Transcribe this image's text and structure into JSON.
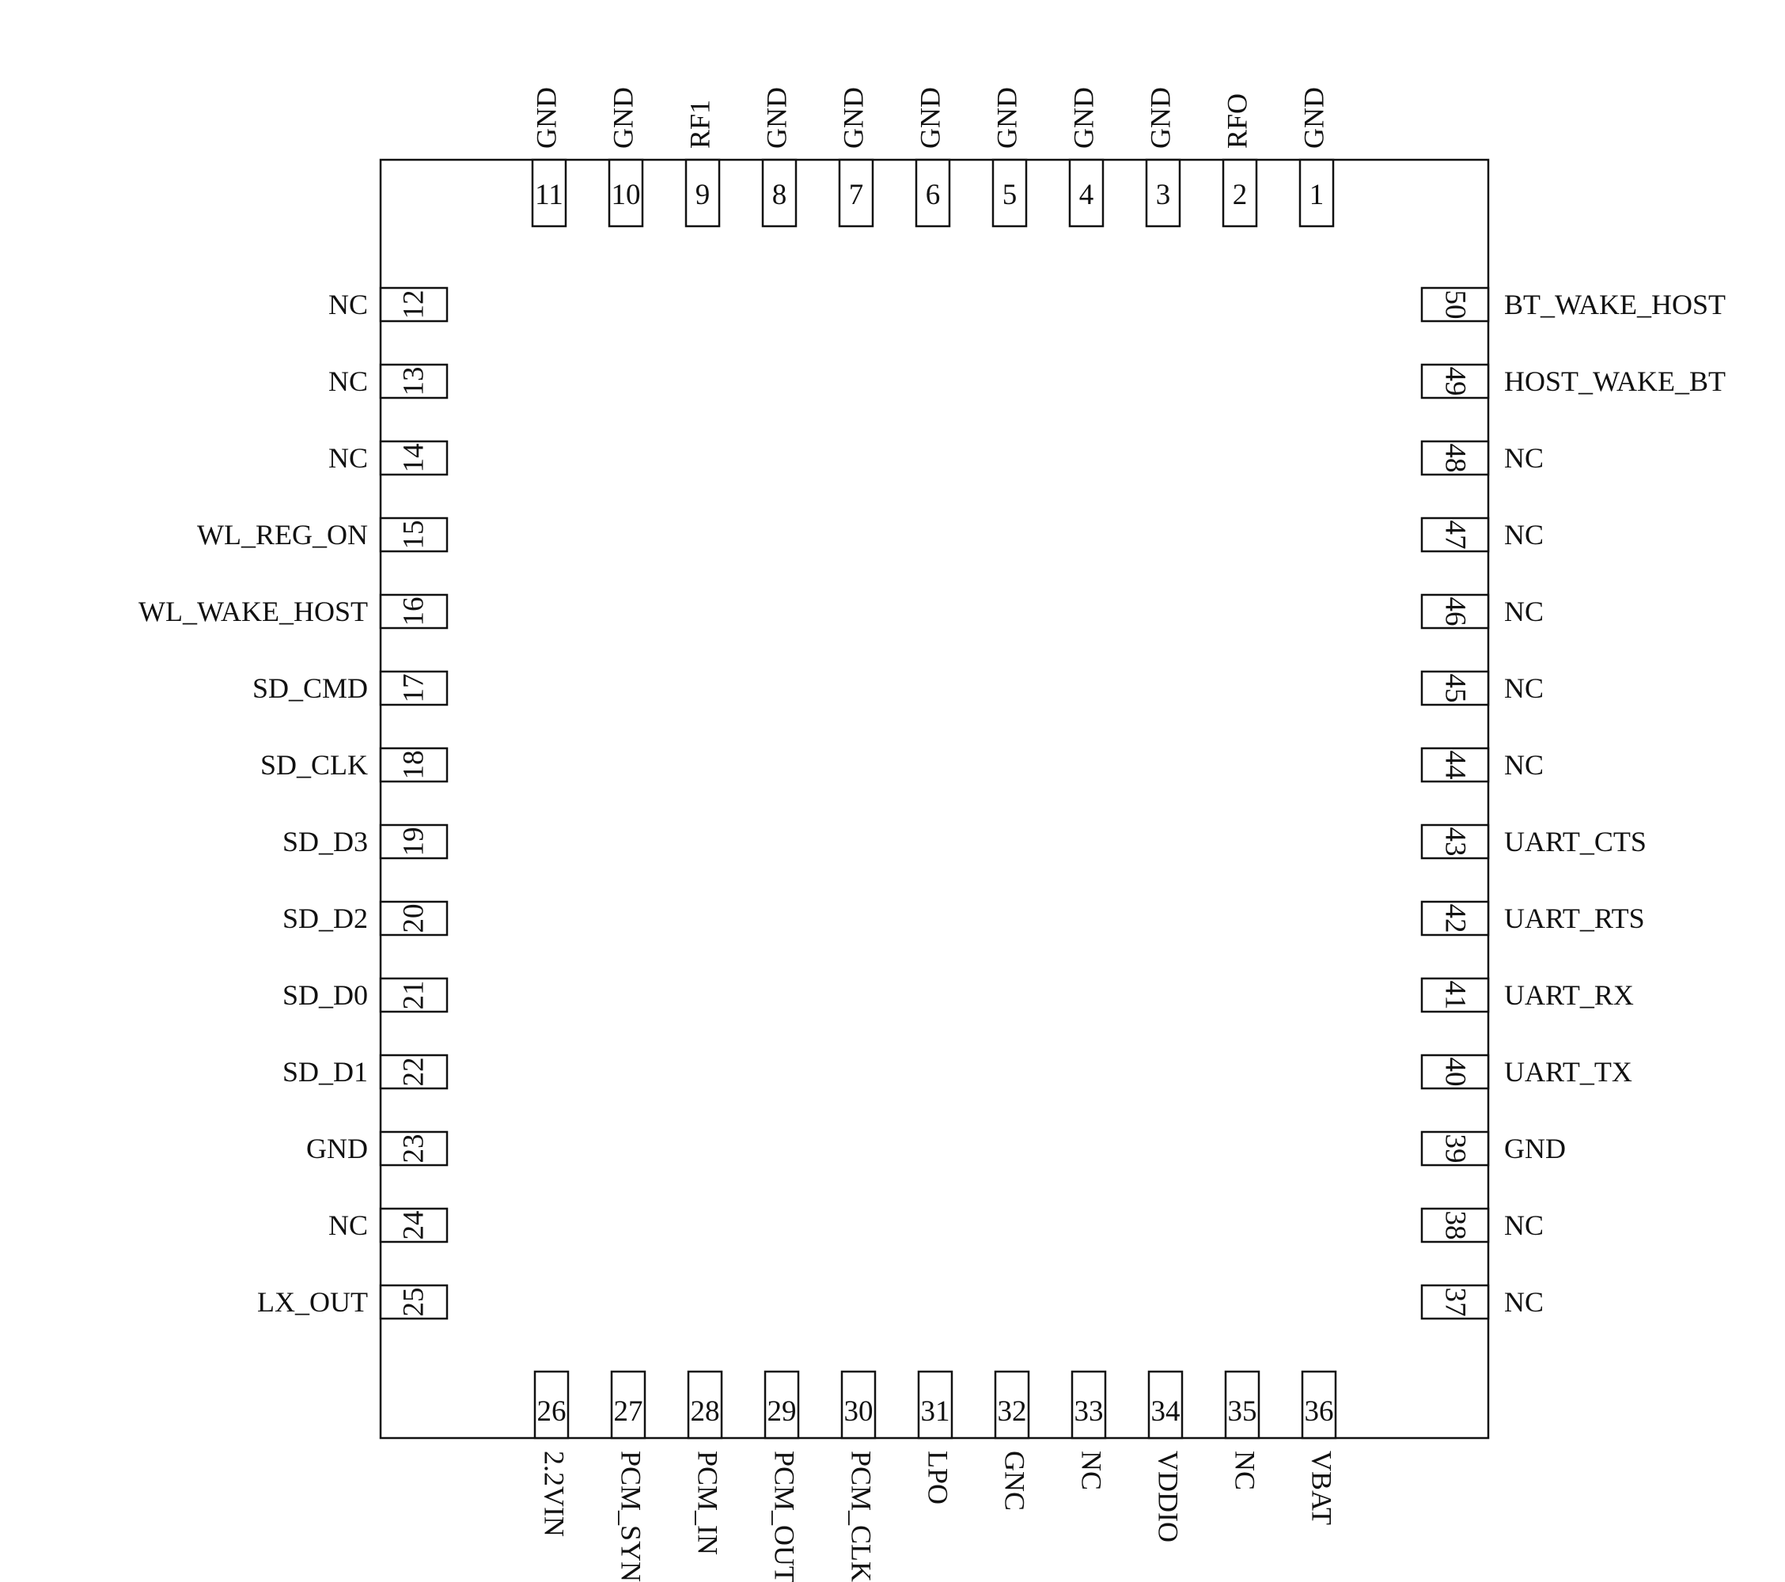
{
  "pins": {
    "top": [
      {
        "num": "11",
        "name": "GND"
      },
      {
        "num": "10",
        "name": "GND"
      },
      {
        "num": "9",
        "name": "RF1"
      },
      {
        "num": "8",
        "name": "GND"
      },
      {
        "num": "7",
        "name": "GND"
      },
      {
        "num": "6",
        "name": "GND"
      },
      {
        "num": "5",
        "name": "GND"
      },
      {
        "num": "4",
        "name": "GND"
      },
      {
        "num": "3",
        "name": "GND"
      },
      {
        "num": "2",
        "name": "RFO"
      },
      {
        "num": "1",
        "name": "GND"
      }
    ],
    "left": [
      {
        "num": "12",
        "name": "NC"
      },
      {
        "num": "13",
        "name": "NC"
      },
      {
        "num": "14",
        "name": "NC"
      },
      {
        "num": "15",
        "name": "WL_REG_ON"
      },
      {
        "num": "16",
        "name": "WL_WAKE_HOST"
      },
      {
        "num": "17",
        "name": "SD_CMD"
      },
      {
        "num": "18",
        "name": "SD_CLK"
      },
      {
        "num": "19",
        "name": "SD_D3"
      },
      {
        "num": "20",
        "name": "SD_D2"
      },
      {
        "num": "21",
        "name": "SD_D0"
      },
      {
        "num": "22",
        "name": "SD_D1"
      },
      {
        "num": "23",
        "name": "GND"
      },
      {
        "num": "24",
        "name": "NC"
      },
      {
        "num": "25",
        "name": "LX_OUT"
      }
    ],
    "bottom": [
      {
        "num": "26",
        "name": "2.2VIN"
      },
      {
        "num": "27",
        "name": "PCM_SYNC"
      },
      {
        "num": "28",
        "name": "PCM_IN"
      },
      {
        "num": "29",
        "name": "PCM_OUT"
      },
      {
        "num": "30",
        "name": "PCM_CLK"
      },
      {
        "num": "31",
        "name": "LPO"
      },
      {
        "num": "32",
        "name": "GNC"
      },
      {
        "num": "33",
        "name": "NC"
      },
      {
        "num": "34",
        "name": "VDDIO"
      },
      {
        "num": "35",
        "name": "NC"
      },
      {
        "num": "36",
        "name": "VBAT"
      }
    ],
    "right": [
      {
        "num": "50",
        "name": "BT_WAKE_HOST"
      },
      {
        "num": "49",
        "name": "HOST_WAKE_BT"
      },
      {
        "num": "48",
        "name": "NC"
      },
      {
        "num": "47",
        "name": "NC"
      },
      {
        "num": "46",
        "name": "NC"
      },
      {
        "num": "45",
        "name": "NC"
      },
      {
        "num": "44",
        "name": "NC"
      },
      {
        "num": "43",
        "name": "UART_CTS"
      },
      {
        "num": "42",
        "name": "UART_RTS"
      },
      {
        "num": "41",
        "name": "UART_RX"
      },
      {
        "num": "40",
        "name": "UART_TX"
      },
      {
        "num": "39",
        "name": "GND"
      },
      {
        "num": "38",
        "name": "NC"
      },
      {
        "num": "37",
        "name": "NC"
      }
    ]
  }
}
